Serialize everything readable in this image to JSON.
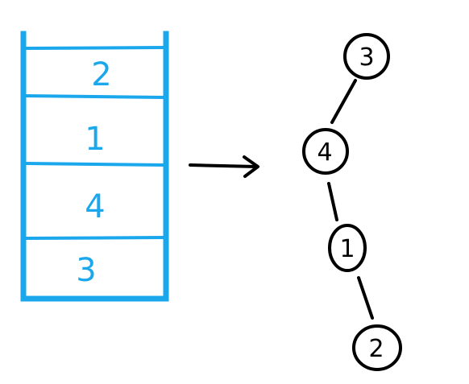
{
  "colors": {
    "stack": "#1aa7ec",
    "ink": "#000000",
    "background": "#ffffff"
  },
  "stack": {
    "cells": [
      {
        "label": "2"
      },
      {
        "label": "1"
      },
      {
        "label": "4"
      },
      {
        "label": "3"
      }
    ]
  },
  "arrow": {
    "icon": "right-arrow-icon"
  },
  "tree": {
    "nodes": [
      {
        "label": "3"
      },
      {
        "label": "4"
      },
      {
        "label": "1"
      },
      {
        "label": "2"
      }
    ]
  }
}
